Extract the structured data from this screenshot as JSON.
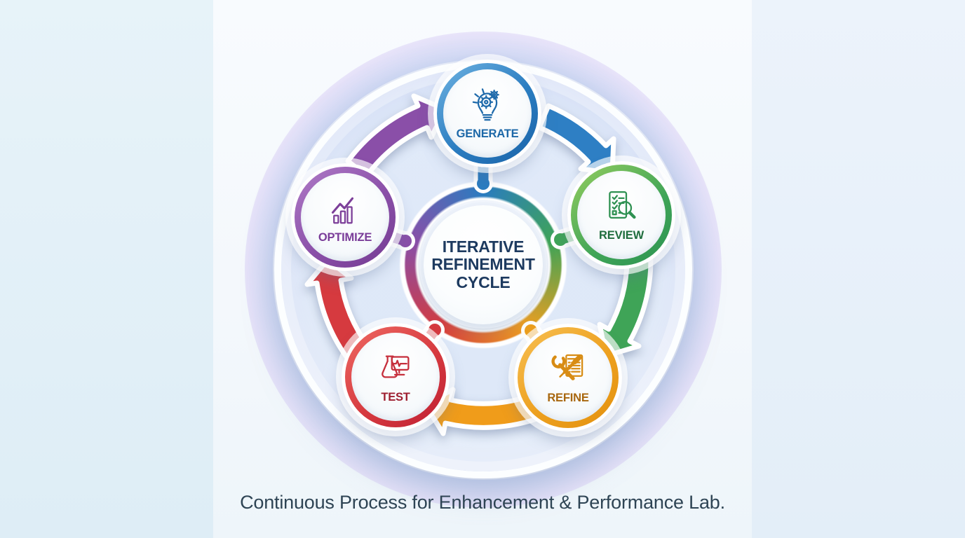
{
  "diagram": {
    "center_label": "ITERATIVE REFINEMENT CYCLE",
    "nodes": [
      {
        "id": "generate",
        "label": "GENERATE",
        "icon": "lightbulb-gears-icon",
        "color": "#2a7cc0",
        "color_light": "#6fb3e2",
        "color_dark": "#1a63a8",
        "label_color": "#1d68a8"
      },
      {
        "id": "review",
        "label": "REVIEW",
        "icon": "checklist-magnifier-icon",
        "color": "#3fa457",
        "color_light": "#95ce5f",
        "color_dark": "#2b9352",
        "label_color": "#206e3e"
      },
      {
        "id": "refine",
        "label": "REFINE",
        "icon": "wrench-screwdriver-doc-icon",
        "color": "#eda01f",
        "color_light": "#f7c054",
        "color_dark": "#e3910e",
        "label_color": "#a8670f"
      },
      {
        "id": "test",
        "label": "TEST",
        "icon": "flask-monitor-icon",
        "color": "#d63a3f",
        "color_light": "#ef6a64",
        "color_dark": "#bf1f33",
        "label_color": "#9e1f30"
      },
      {
        "id": "optimize",
        "label": "OPTIMIZE",
        "icon": "growth-chart-icon",
        "color": "#8a4fa8",
        "color_light": "#b07cc8",
        "color_dark": "#743b92",
        "label_color": "#7a3d99"
      }
    ],
    "arrows": [
      {
        "from": "optimize",
        "to": "generate",
        "color": "#8a4fa8"
      },
      {
        "from": "generate",
        "to": "review",
        "color": "#2e7fc4"
      },
      {
        "from": "review",
        "to": "refine",
        "color": "#3fa457"
      },
      {
        "from": "refine",
        "to": "test",
        "color": "#f09c1a"
      },
      {
        "from": "test",
        "to": "optimize",
        "color": "#d63a3f"
      }
    ],
    "ring_colors": [
      "#2a7cc0",
      "#3fa457",
      "#eda01f",
      "#d63a3f",
      "#8a4fa8"
    ]
  },
  "caption": {
    "text": "Continuous Process for Enhancement & Performance Lab."
  }
}
